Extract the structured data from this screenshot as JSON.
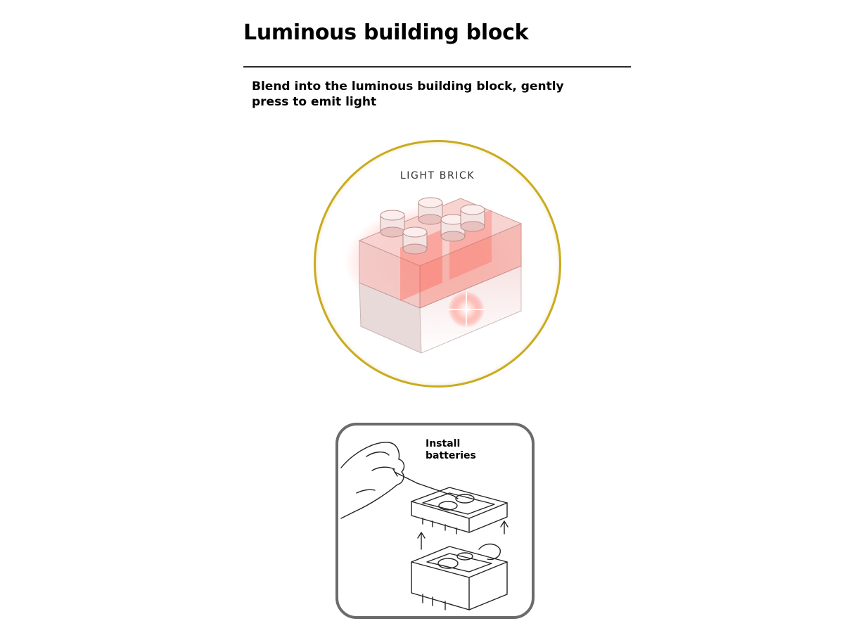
{
  "page": {
    "title": "Luminous building block",
    "subtitle": "Blend into the luminous building block, gently press to emit light"
  },
  "product_panel": {
    "label": "LIGHT BRICK",
    "accent_color": "#c9ab1e",
    "glow_color": "#ff3a2a"
  },
  "install_panel": {
    "label_line1": "Install",
    "label_line2": "batteries",
    "border_color": "#6b6b6b"
  }
}
